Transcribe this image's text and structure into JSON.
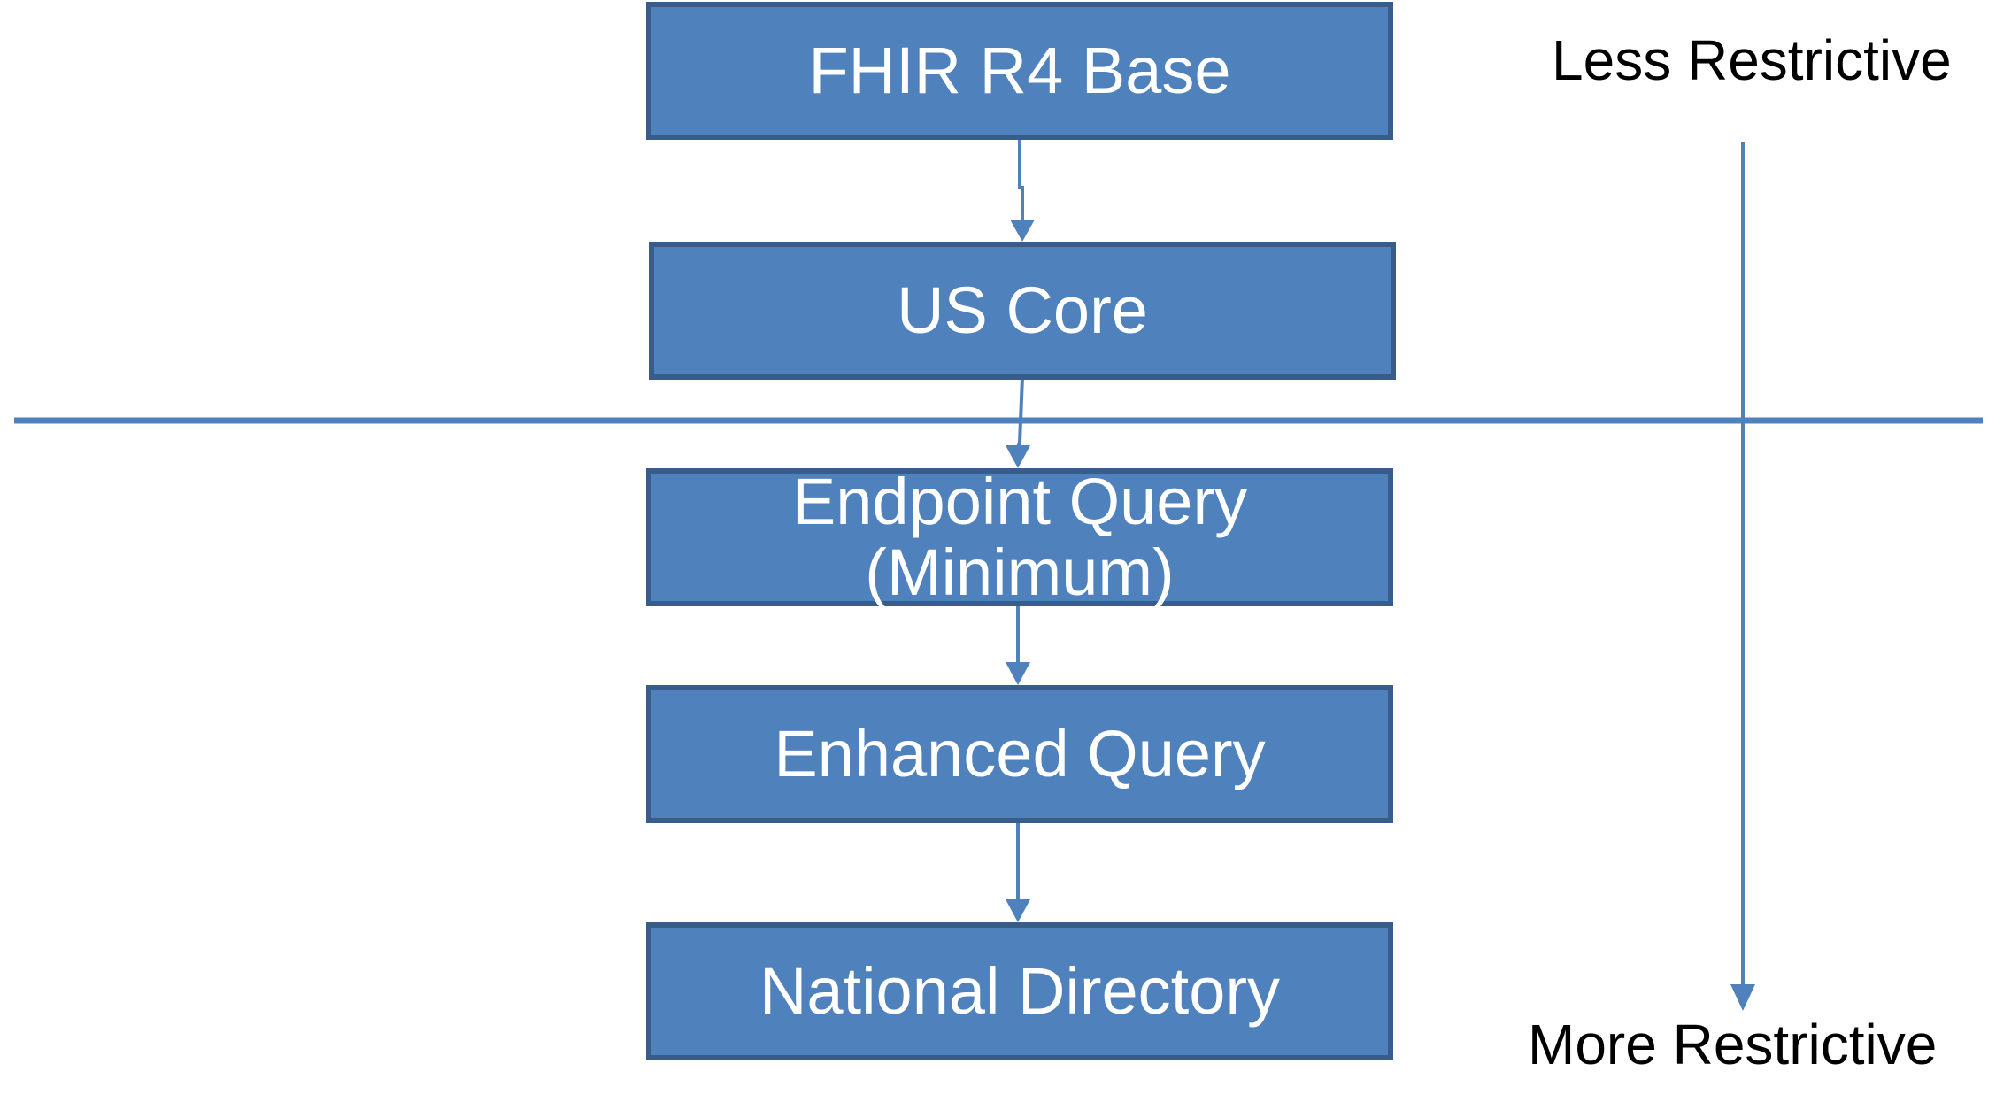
{
  "colors": {
    "box_fill": "#4f81bd",
    "box_border": "#385d8a",
    "box_text": "#ffffff",
    "connector": "#4f81bd",
    "label_text": "#000000"
  },
  "boxes": [
    {
      "id": "fhir-r4-base",
      "label": "FHIR R4 Base"
    },
    {
      "id": "us-core",
      "label": "US Core"
    },
    {
      "id": "endpoint-query-minimum",
      "label": "Endpoint Query\n(Minimum)"
    },
    {
      "id": "enhanced-query",
      "label": "Enhanced Query"
    },
    {
      "id": "national-directory",
      "label": "National Directory"
    }
  ],
  "scale": {
    "top_label": "Less Restrictive",
    "bottom_label": "More Restrictive"
  }
}
